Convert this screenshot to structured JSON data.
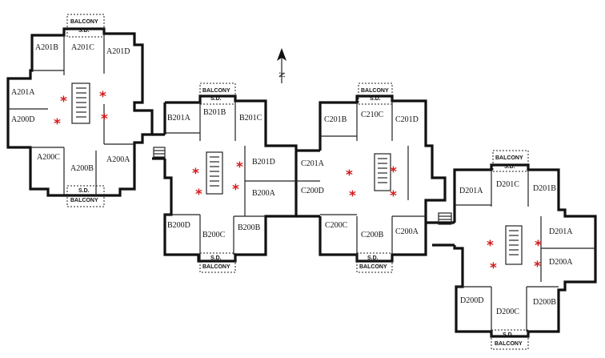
{
  "north_arrow": {
    "letter": "N"
  },
  "colors": {
    "wall": "#111111",
    "marker": "#d21a1a",
    "background": "#ffffff"
  },
  "marker_icon": "asterisk-icon",
  "balconies": {
    "a_top": {
      "label": "BALCONY",
      "door": "S.D."
    },
    "a_bottom": {
      "label": "BALCONY",
      "door": "S.D."
    },
    "b_top": {
      "label": "BALCONY",
      "door": "S.D."
    },
    "b_bottom": {
      "label": "BALCONY",
      "door": "S.D."
    },
    "c_top": {
      "label": "BALCONY",
      "door": "S.D."
    },
    "c_bottom": {
      "label": "BALCONY",
      "door": "S.D."
    },
    "d_top": {
      "label": "BALCONY",
      "door": "S.D."
    },
    "d_bottom": {
      "label": "BALCONY",
      "door": "S.D."
    }
  },
  "rooms": {
    "a": {
      "a201b": "A201B",
      "a201c": "A201C",
      "a201d": "A201D",
      "a201a": "A201A",
      "a200d": "A200D",
      "a200c": "A200C",
      "a200b": "A200B",
      "a200a": "A200A"
    },
    "b": {
      "b201a": "B201A",
      "b201b": "B201B",
      "b201c": "B201C",
      "b201d": "B201D",
      "b200a": "B200A",
      "b200d": "B200D",
      "b200c": "B200C",
      "b200b": "B200B"
    },
    "c": {
      "c201a": "C201A",
      "c200d": "C200D",
      "c201b": "C201B",
      "c210c": "C210C",
      "c201d": "C201D",
      "c200c": "C200C",
      "c200b": "C200B",
      "c200a": "C200A"
    },
    "d": {
      "d201a": "D201A",
      "d201c": "D201C",
      "d201b": "D201B",
      "d201a_east": "D201A",
      "d200a": "D200A",
      "d200d": "D200D",
      "d200c": "D200C",
      "d200b": "D200B"
    }
  }
}
